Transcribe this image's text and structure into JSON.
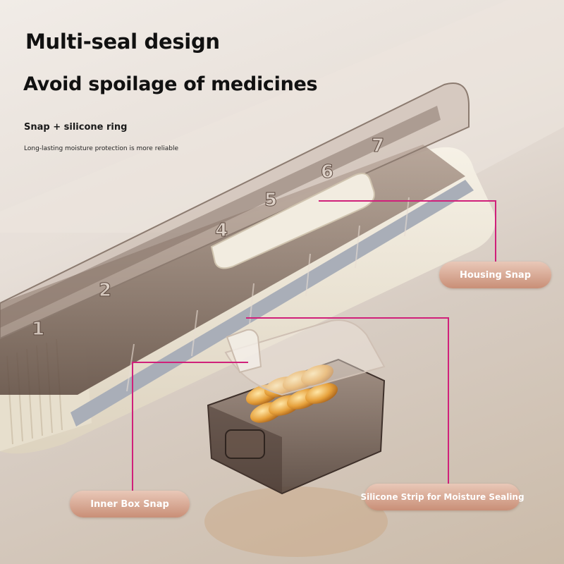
{
  "header": {
    "title": "Multi-seal design",
    "subtitle": "Avoid spoilage of medicines",
    "feature": "Snap + silicone ring",
    "feature_detail": "Long-lasting moisture protection is more reliable"
  },
  "product": {
    "compartment_numbers": [
      "1",
      "2",
      "4",
      "5",
      "6",
      "7"
    ]
  },
  "callouts": {
    "housing_snap": "Housing Snap",
    "inner_box_snap": "Inner Box Snap",
    "silicone_strip": "Silicone Strip for Moisture Sealing"
  },
  "colors": {
    "callout_fill": "#d4a08a",
    "leader_line": "#d0207a",
    "case_body": "#efe8d9",
    "tinted_lid": "#6f5a4e",
    "capsule": "#e0a040"
  }
}
